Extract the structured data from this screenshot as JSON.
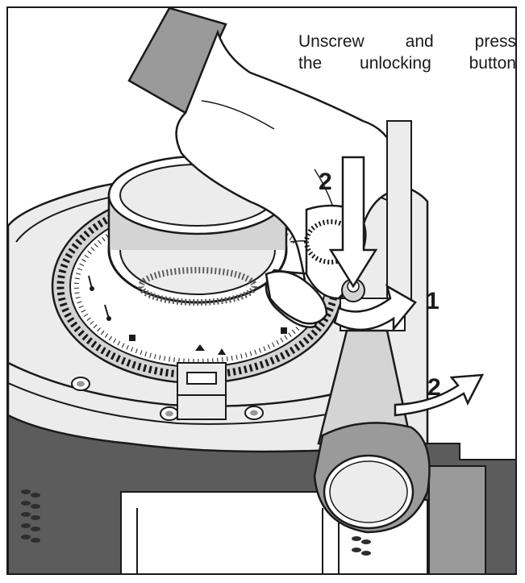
{
  "caption": {
    "line1": [
      "Unscrew",
      "and",
      "press"
    ],
    "line2": [
      "the",
      "unlocking",
      "button"
    ]
  },
  "labels": {
    "step_press_top": "2",
    "step_unscrew": "1",
    "step_press_side": "2"
  },
  "colors": {
    "ink": "#1a1a1a",
    "gray_dark": "#5c5c5c",
    "gray_mid": "#9a9a9a",
    "gray_light": "#d4d4d4",
    "gray_pale": "#ececec",
    "white": "#ffffff"
  }
}
